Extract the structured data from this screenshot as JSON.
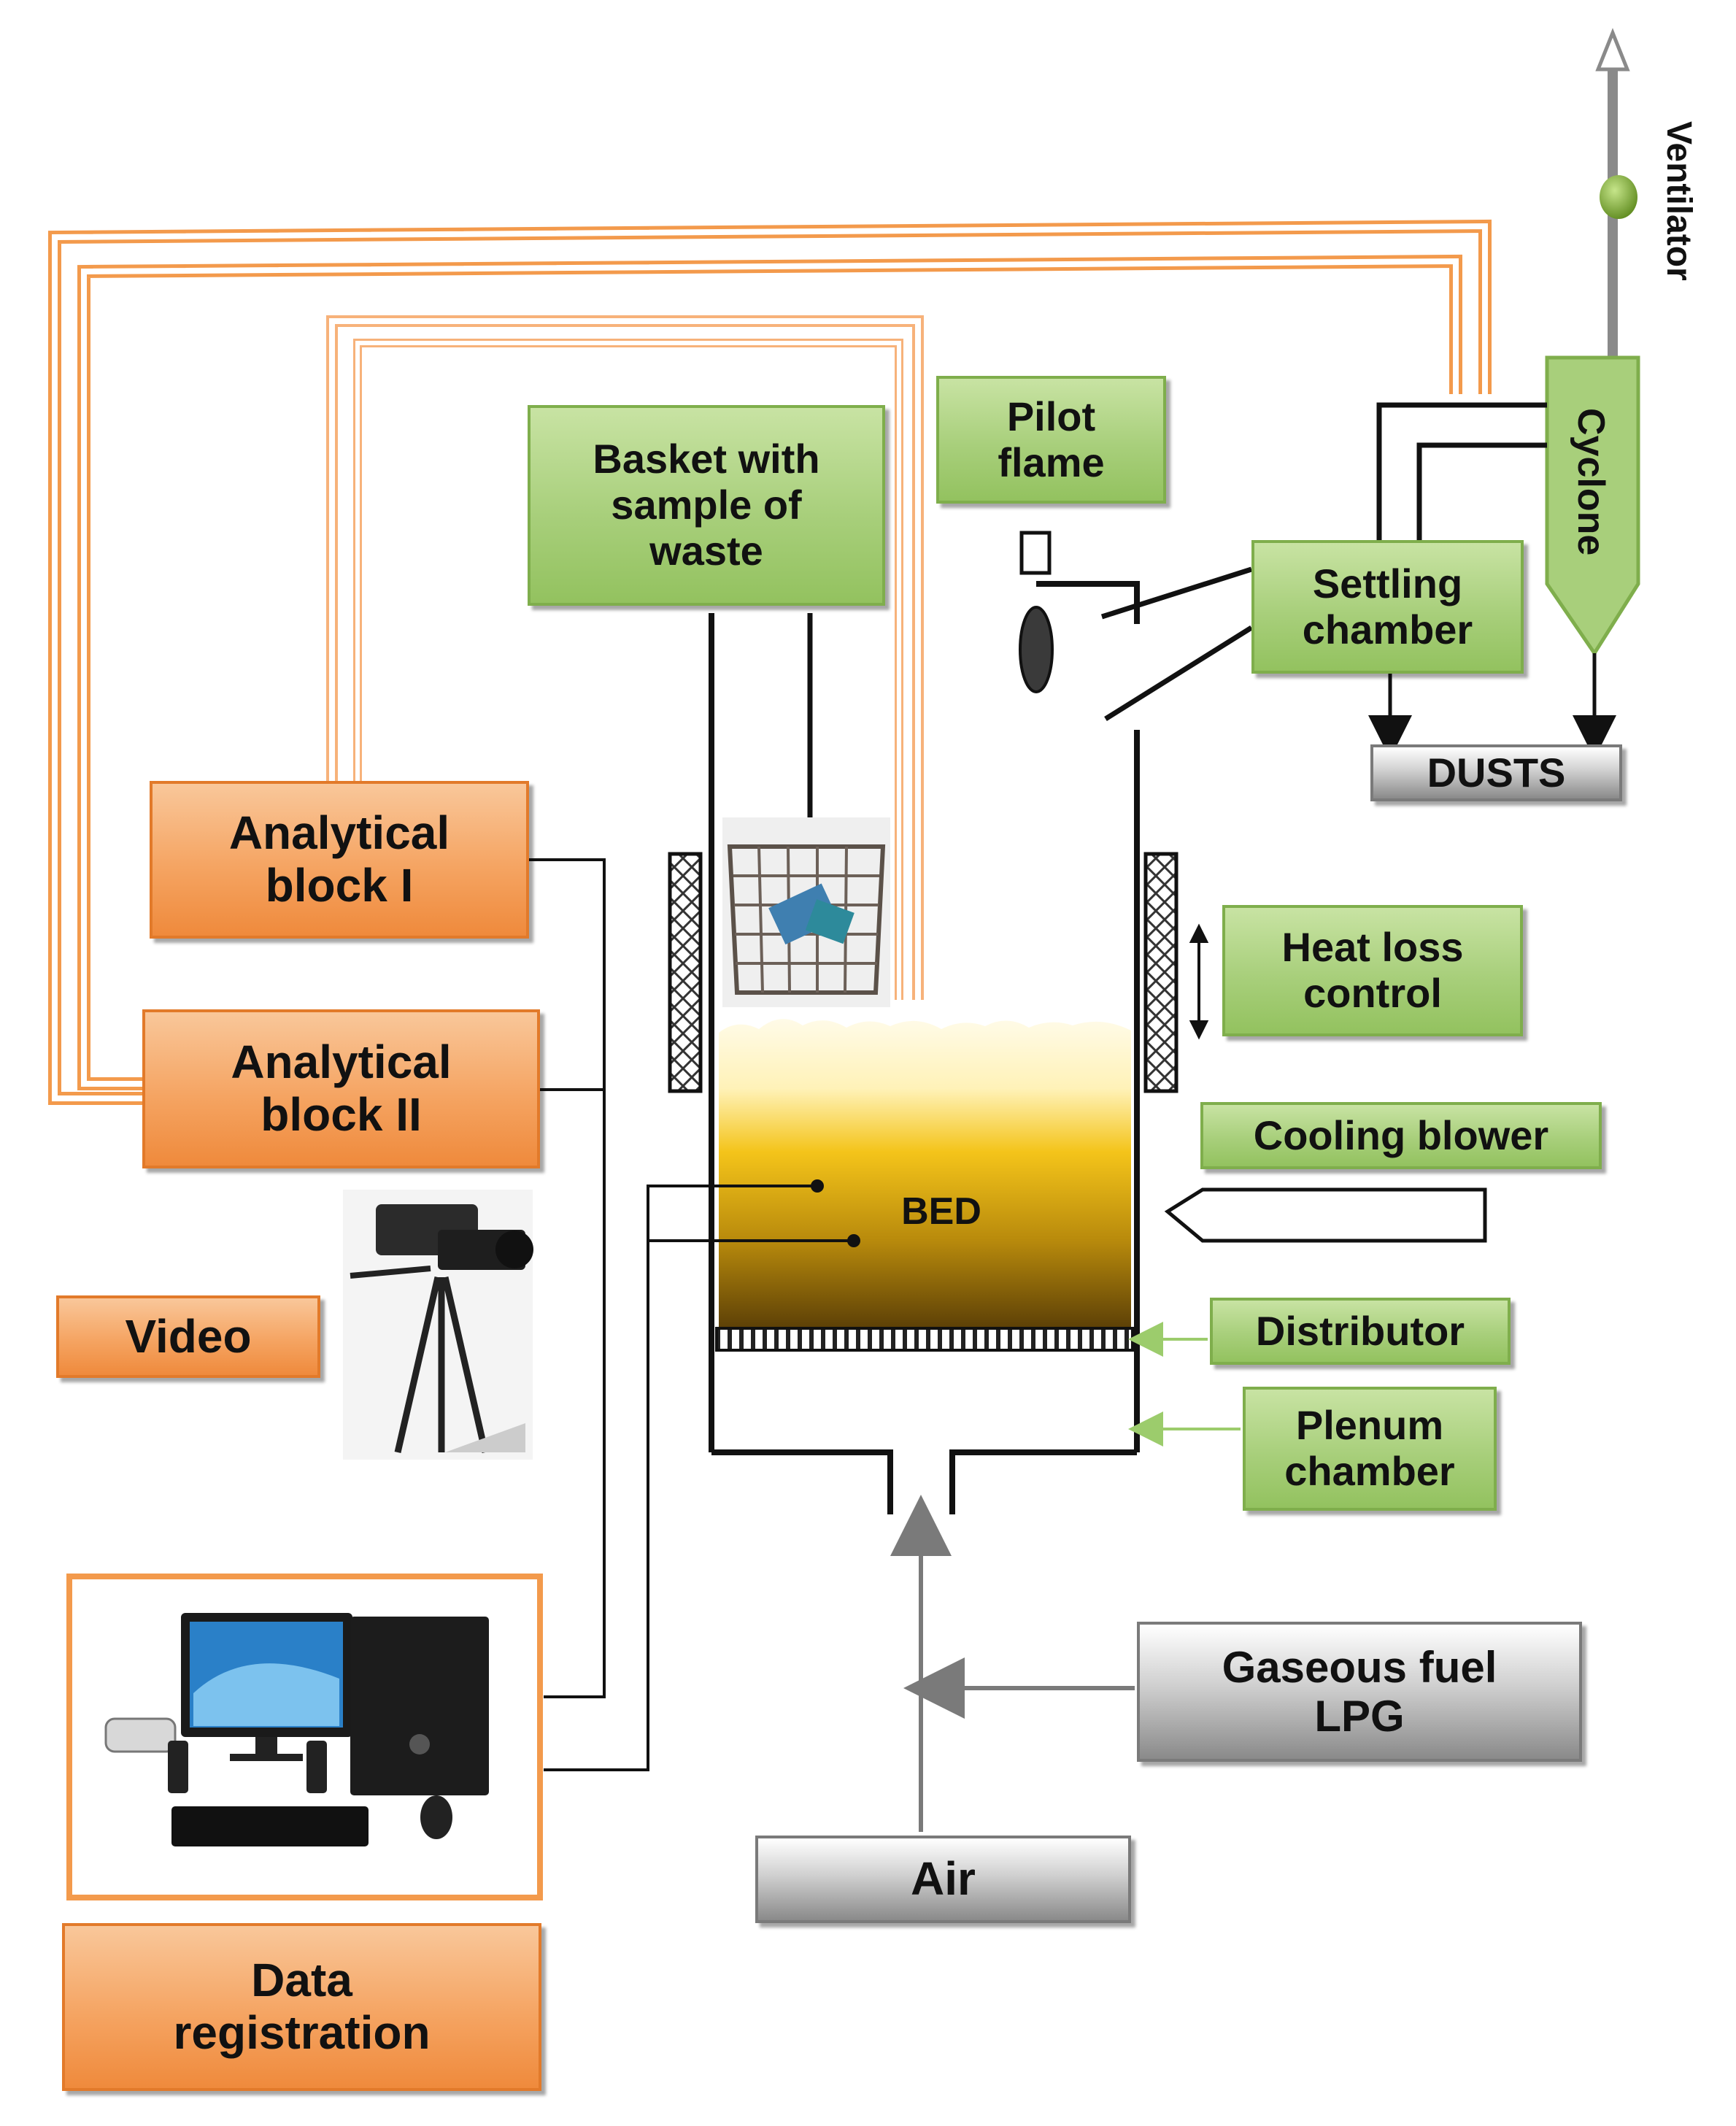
{
  "labels": {
    "ventilator": "Ventilator",
    "cyclone": "Cyclone",
    "pilot_flame": "Pilot flame",
    "basket": "Basket with sample of waste",
    "settling_chamber": "Settling chamber",
    "dusts": "DUSTS",
    "analytical_block_1": "Analytical block I",
    "analytical_block_2": "Analytical block II",
    "heat_loss_control": "Heat loss control",
    "cooling_blower": "Cooling blower",
    "bed": "BED",
    "video": "Video",
    "distributor": "Distributor",
    "plenum_chamber": "Plenum chamber",
    "gaseous_fuel": "Gaseous fuel LPG",
    "air": "Air",
    "data_registration": "Data registration"
  },
  "colors": {
    "green_box": "#a8cf7b",
    "orange_box": "#f5a462",
    "grey_box": "#bdbdbd",
    "orange_line": "#f39a4c",
    "bed_top": "#fff8d8",
    "bed_mid": "#f2c418",
    "bed_bottom": "#5c3d06"
  }
}
